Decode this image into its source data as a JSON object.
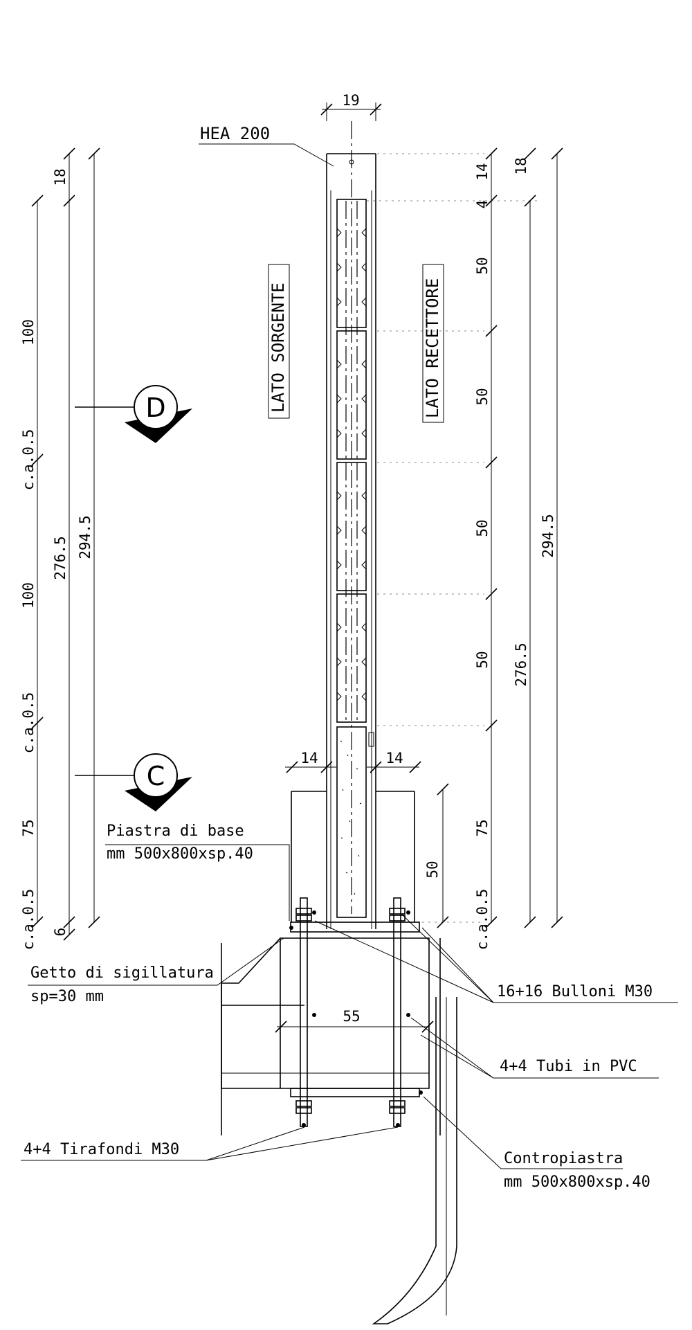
{
  "labels": {
    "profile": "HEA 200",
    "lato_sorgente": "LATO SORGENTE",
    "lato_recettore": "LATO RECETTORE",
    "piastra_line1": "Piastra di base",
    "piastra_line2": "mm 500x800xsp.40",
    "getto_line1": "Getto di sigillatura",
    "getto_line2": "sp=30 mm",
    "bulloni": "16+16 Bulloni M30",
    "tubi": "4+4 Tubi in PVC",
    "tirafondi": "4+4 Tirafondi M30",
    "contropiastra_line1": "Contropiastra",
    "contropiastra_line2": "mm 500x800xsp.40"
  },
  "sections": {
    "d": "D",
    "c": "C"
  },
  "dimensions": {
    "top_width": "19",
    "flange_left": "14",
    "flange_right": "14",
    "base_width": "55",
    "plinth_height": "50",
    "left": {
      "d18": "18",
      "d100a": "100",
      "ca05a": "c.a.0.5",
      "d100b": "100",
      "ca05b": "c.a.0.5",
      "d75": "75",
      "ca05c": "c.a.0.5",
      "d6": "6",
      "d2765": "276.5",
      "d2945": "294.5"
    },
    "right": {
      "d14": "14",
      "d18": "18",
      "d4": "4",
      "p1": "50",
      "p2": "50",
      "p3": "50",
      "p4": "50",
      "d75": "75",
      "ca05": "c.a.0.5",
      "d2765": "276.5",
      "d2945": "294.5"
    }
  }
}
